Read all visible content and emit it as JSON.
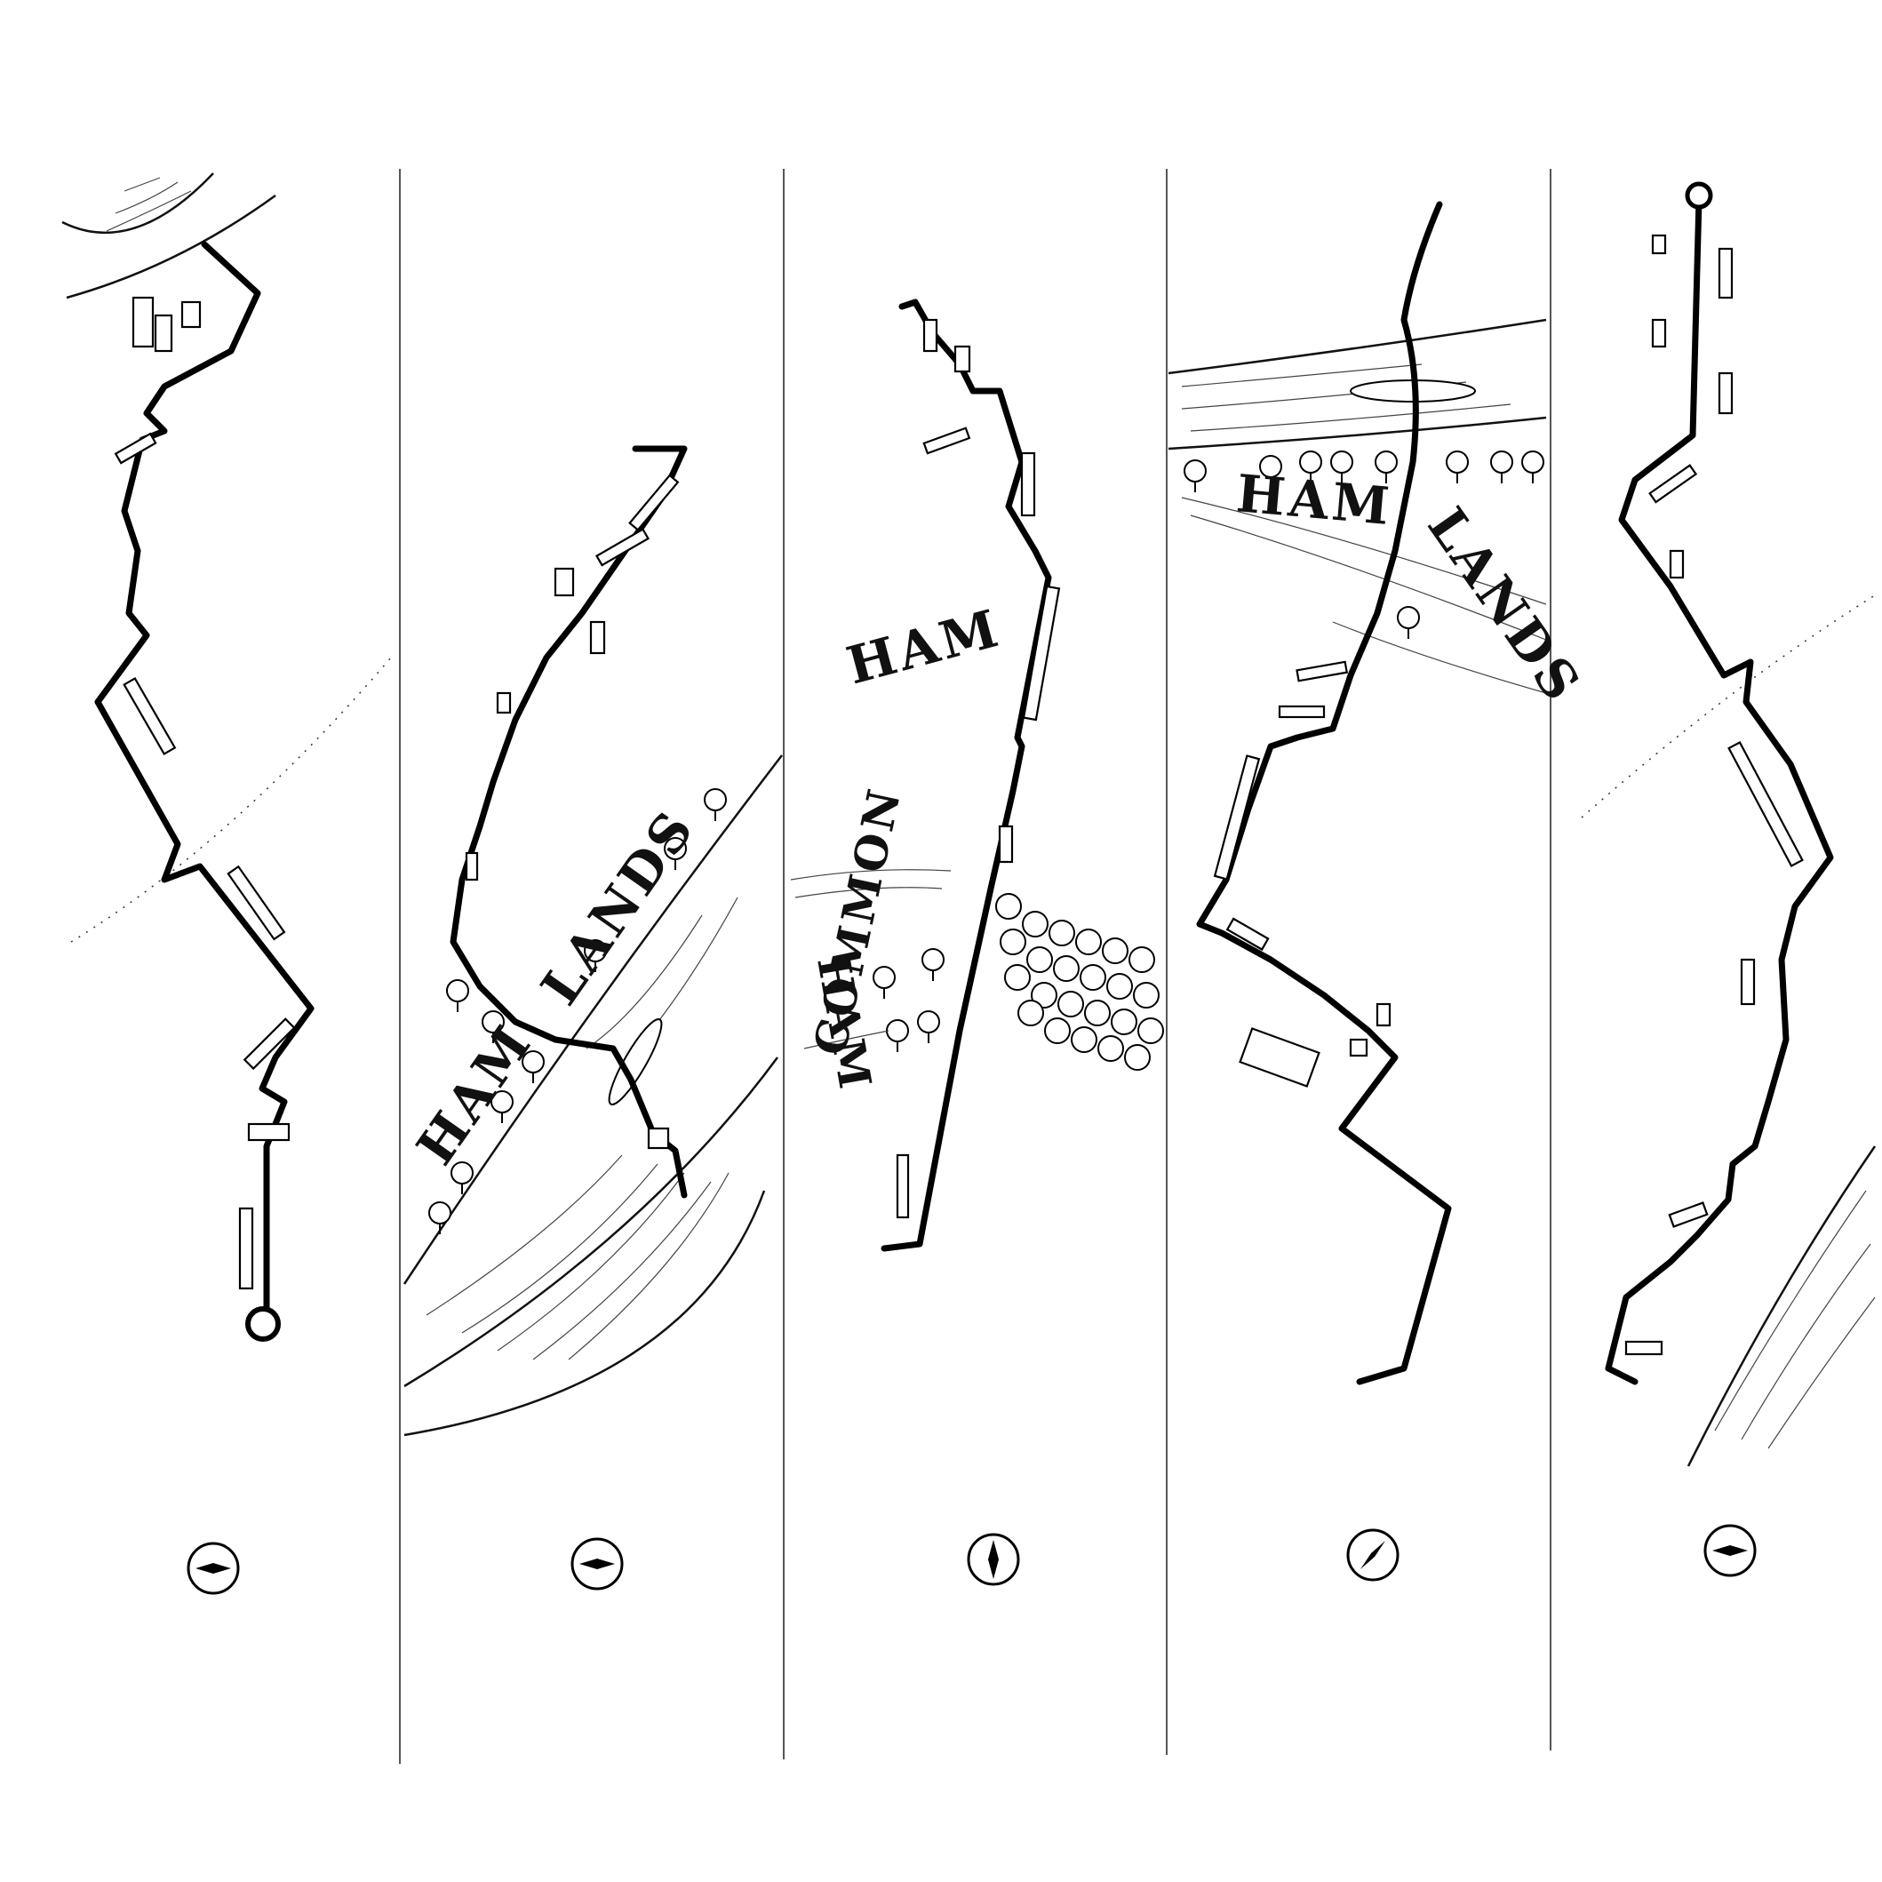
{
  "map": {
    "strips": [
      {
        "id": "strip-1",
        "labels": [],
        "compass": "compass-rose-icon"
      },
      {
        "id": "strip-2",
        "labels": [
          "HAM",
          "LANDS"
        ],
        "compass": "compass-rose-icon"
      },
      {
        "id": "strip-3",
        "labels": [
          "HAM",
          "HAM",
          "COMMON"
        ],
        "compass": "compass-rose-icon"
      },
      {
        "id": "strip-4",
        "labels": [
          "HAM",
          "LANDS"
        ],
        "compass": "compass-rose-icon"
      },
      {
        "id": "strip-5",
        "labels": [],
        "compass": "compass-rose-icon"
      }
    ],
    "colors": {
      "ink": "#000000",
      "paper": "#ffffff"
    }
  }
}
